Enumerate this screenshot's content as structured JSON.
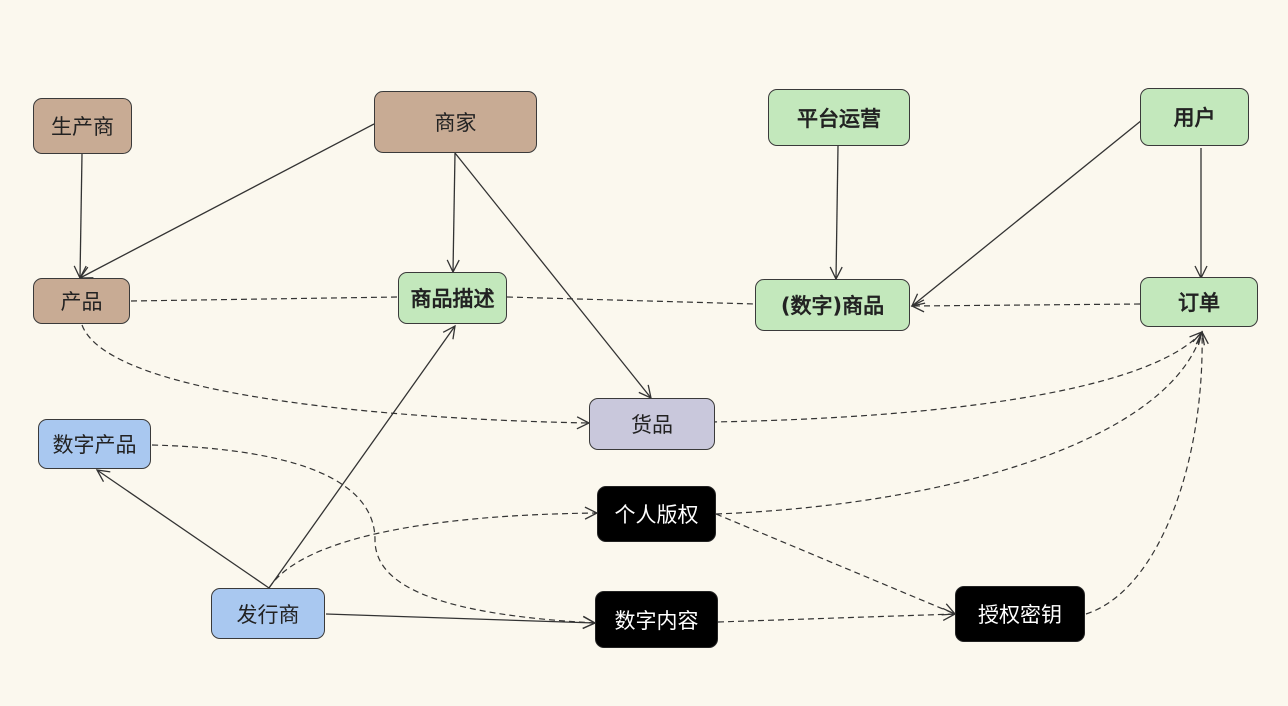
{
  "nodes": {
    "producer": "生产商",
    "merchant": "商家",
    "platform": "平台运营",
    "user": "用户",
    "product": "产品",
    "description": "商品描述",
    "goods_item": "(数字)商品",
    "order": "订单",
    "inventory": "货品",
    "digital_product": "数字产品",
    "personal_copyright": "个人版权",
    "publisher": "发行商",
    "digital_content": "数字内容",
    "license_key": "授权密钥"
  },
  "colors": {
    "background": "#fbf8ee",
    "brown": "#c8ab94",
    "green": "#c3e8bc",
    "blue": "#a9c8f0",
    "lavender": "#c9c8dc",
    "black": "#000000",
    "line": "#333333"
  }
}
